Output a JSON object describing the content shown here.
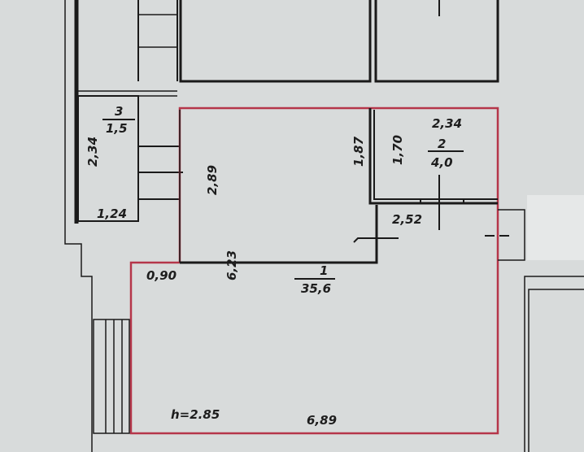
{
  "colors": {
    "paper": "#d8dbdb",
    "wall": "#1a1a1a",
    "highlight": "#b5364a"
  },
  "rooms": [
    {
      "number": "1",
      "area": "35,6"
    },
    {
      "number": "2",
      "area": "4,0"
    },
    {
      "number": "3",
      "area": "1,5"
    }
  ],
  "dimensions": {
    "room3_width": "1,24",
    "room3_length": "2,34",
    "room1_upper_side": "2,89",
    "room1_step": "0,90",
    "room1_depth": "6,23",
    "room1_width": "6,89",
    "room2_outer": "1,87",
    "room2_inner": "1,70",
    "room2_width": "2,34",
    "room2_bottom": "2,52"
  },
  "ceiling_height": "h=2.85"
}
